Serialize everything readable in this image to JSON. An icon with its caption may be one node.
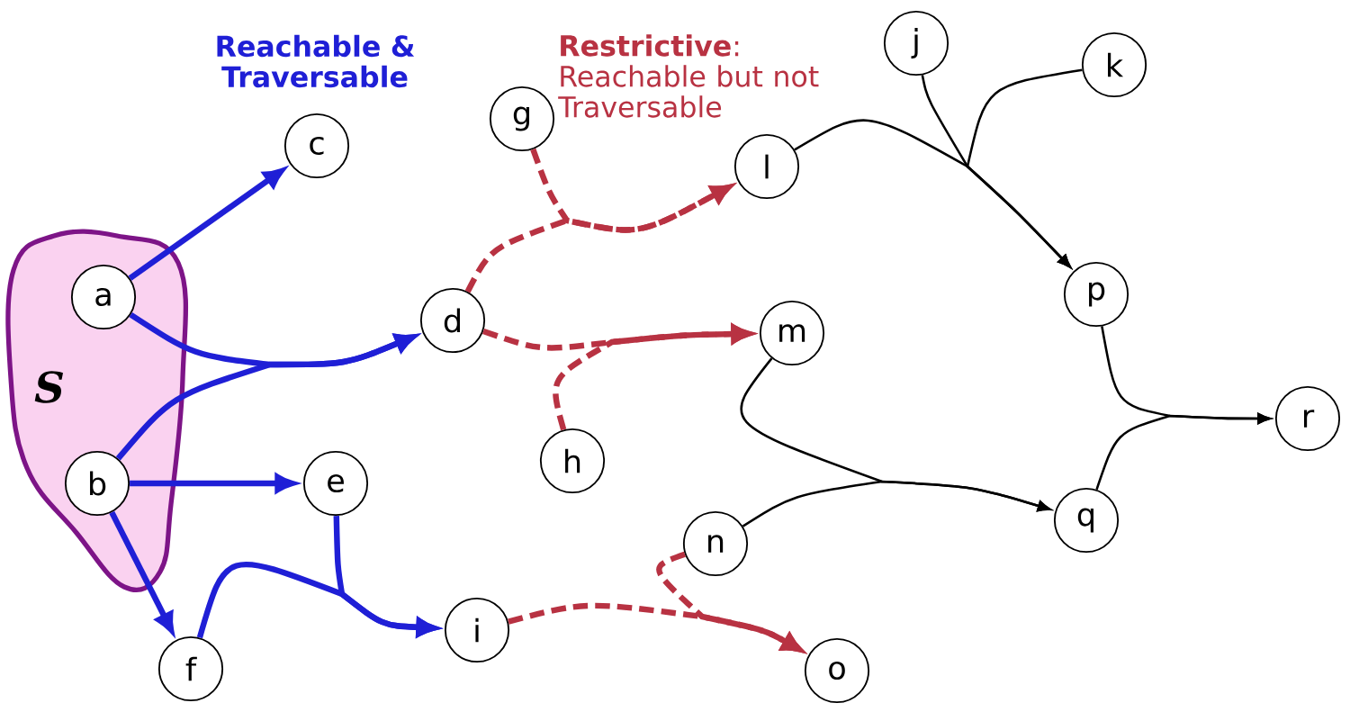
{
  "diagram": {
    "nodes": [
      {
        "text": [
          "S"
        ]
      },
      {
        "text": [
          "a"
        ],
        "in": 0
      },
      {
        "text": [
          "b"
        ],
        "in": 0
      },
      {
        "text": [
          "c"
        ]
      },
      {
        "text": [
          "d"
        ]
      },
      {
        "text": [
          "e"
        ]
      },
      {
        "text": [
          "f"
        ]
      },
      {
        "text": [
          "g"
        ]
      },
      {
        "text": [
          "h"
        ]
      },
      {
        "text": [
          "i"
        ]
      },
      {
        "text": [
          "j"
        ]
      },
      {
        "text": [
          "k"
        ]
      },
      {
        "text": [
          "l"
        ]
      },
      {
        "text": [
          "m"
        ]
      },
      {
        "text": [
          "n"
        ]
      },
      {
        "text": [
          "o"
        ]
      },
      {
        "text": [
          "p"
        ]
      },
      {
        "text": [
          "q"
        ]
      },
      {
        "text": [
          "r"
        ]
      }
    ],
    "edges": [
      {
        "from": 1,
        "to": 3,
        "arrow": "to",
        "color": "#1f1fd6"
      },
      {
        "from": 1,
        "to": 4,
        "arrow": "to",
        "color": "#1f1fd6"
      },
      {
        "from": 2,
        "to": 4,
        "arrow": "to",
        "color": "#1f1fd6"
      },
      {
        "from": 2,
        "to": 5,
        "arrow": "to",
        "color": "#1f1fd6"
      },
      {
        "from": 2,
        "to": 6,
        "arrow": "to",
        "color": "#1f1fd6"
      },
      {
        "from": 6,
        "to": 9,
        "arrow": "to",
        "color": "#1f1fd6"
      },
      {
        "from": 5,
        "to": 9,
        "arrow": "to",
        "color": "#1f1fd6"
      },
      {
        "from": 4,
        "to": 12,
        "arrow": "to",
        "style": "dashed",
        "color": "#b83242"
      },
      {
        "from": 7,
        "to": 12,
        "arrow": "to",
        "style": "dashed",
        "color": "#b83242"
      },
      {
        "from": 4,
        "to": 13,
        "arrow": "to",
        "style": "dashed",
        "color": "#b83242"
      },
      {
        "from": 8,
        "to": 13,
        "arrow": "to",
        "style": "dashed",
        "color": "#b83242"
      },
      {
        "from": 9,
        "to": 15,
        "arrow": "to",
        "style": "dashed",
        "color": "#b83242"
      },
      {
        "from": 14,
        "to": 15,
        "arrow": "to",
        "style": "dashed",
        "color": "#b83242"
      },
      {
        "from": 12,
        "to": 16,
        "arrow": "to",
        "color": "#000000"
      },
      {
        "from": 10,
        "to": 16,
        "arrow": "to",
        "color": "#000000"
      },
      {
        "from": 11,
        "to": 16,
        "arrow": "to",
        "color": "#000000"
      },
      {
        "from": 13,
        "to": 17,
        "arrow": "to",
        "color": "#000000"
      },
      {
        "from": 14,
        "to": 17,
        "arrow": "to",
        "color": "#000000"
      },
      {
        "from": 16,
        "to": 18,
        "arrow": "to",
        "color": "#000000"
      },
      {
        "from": 17,
        "to": 18,
        "arrow": "to",
        "color": "#000000"
      }
    ],
    "labels": [
      "Reachable & Traversable",
      "**Restrictive**: Reachable but not Traversable"
    ]
  }
}
